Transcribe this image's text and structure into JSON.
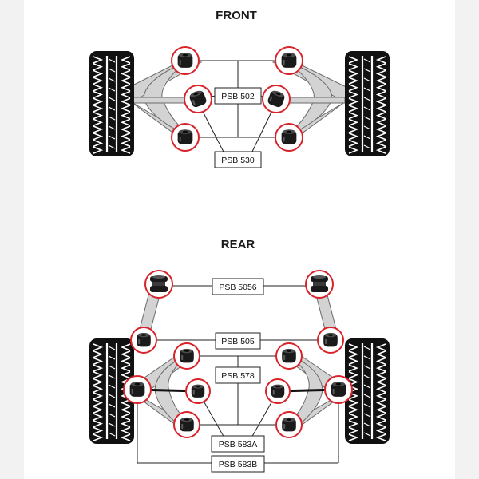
{
  "sections": {
    "front": {
      "title": "FRONT",
      "labels": [
        "PSB 502",
        "PSB 530"
      ]
    },
    "rear": {
      "title": "REAR",
      "labels": [
        "PSB 5056",
        "PSB 505",
        "PSB 578",
        "PSB 583A",
        "PSB 583B"
      ]
    }
  },
  "colors": {
    "highlight_ring": "#d8232a",
    "bush_body": "#1a1a1a",
    "arm_fill": "#d3d3d3",
    "tyre": "#111111",
    "side_margin": "#f2f2f2"
  },
  "icons": [
    "wheel-icon",
    "bush-icon",
    "top-mount-icon"
  ]
}
